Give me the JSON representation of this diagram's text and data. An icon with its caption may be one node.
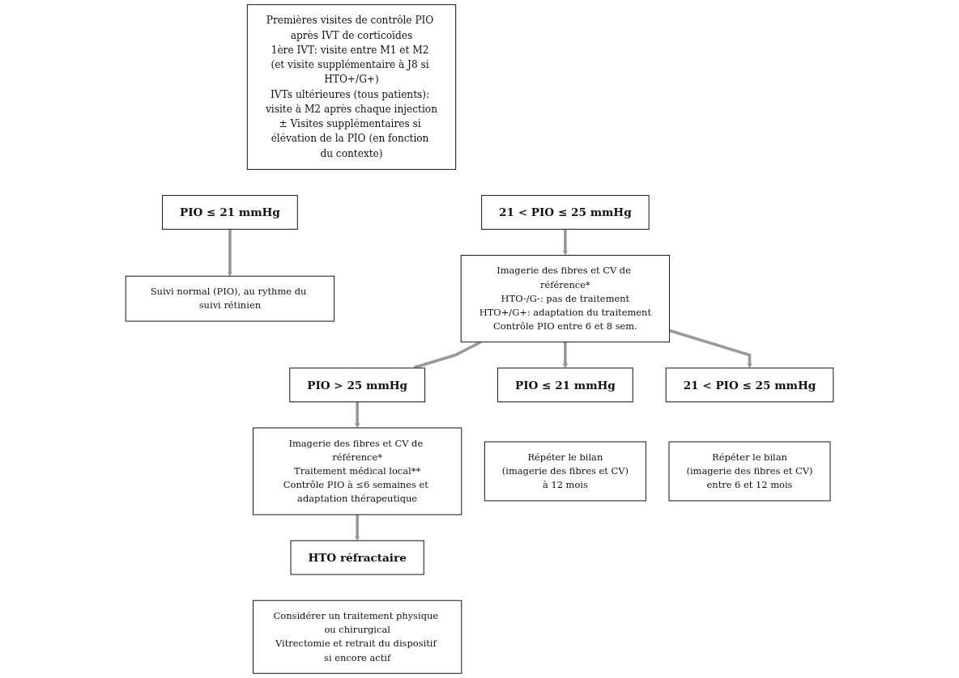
{
  "diagram": {
    "nodes": [
      {
        "text": [
          "Premières visites de contrôle PIO après IVT de corticoïdes",
          "1ère IVT: visite entre M1 et M2 (et visite supplémentaire à J8 si HTO+/G+)",
          "IVTs ultérieures (tous patients): visite à M2 après chaque injection",
          "± Visites supplémentaires si élévation de la PIO (en fonction du contexte)"
        ]
      },
      {
        "text": [
          "PIO ≤ 21 mmHg"
        ]
      },
      {
        "text": [
          "21 < PIO ≤ 25 mmHg"
        ]
      },
      {
        "text": [
          "PIO > 25 mmHg"
        ]
      },
      {
        "text": [
          "Suivi normal (PIO), au rythme du suivi rétinien"
        ]
      },
      {
        "text": [
          "Imagerie des fibres et CV de référence*",
          "HTO-/G-: pas de traitement",
          "HTO+/G+: adaptation du traitement",
          "Contrôle PIO entre 6 et 8 sem."
        ]
      },
      {
        "text": [
          "Imagerie des fibres et CV de référence*",
          "Traitement médical local**",
          "Contrôle PIO à ≤6 semaines et adaptation thérapeutique"
        ]
      },
      {
        "text": [
          "PIO ≤ 21 mmHg"
        ]
      },
      {
        "text": [
          "21 < PIO ≤ 25 mmHg"
        ]
      },
      {
        "text": [
          "HTO réfractaire"
        ]
      },
      {
        "text": [
          "Répéter le bilan",
          "(imagerie des fibres et CV)",
          "à 12 mois"
        ]
      },
      {
        "text": [
          "Répéter le bilan",
          "(imagerie des fibres et CV)",
          "entre 6 et 12 mois"
        ]
      },
      {
        "text": [
          "Considérer un traitement physique ou chirurgical",
          "Vitrectomie et retrait du dispositif si encore actif"
        ]
      }
    ],
    "edges": [
      {
        "from": 1,
        "to": 4,
        "arrow": "to"
      },
      {
        "from": 2,
        "to": 5,
        "arrow": "to"
      },
      {
        "from": 5,
        "to": 3,
        "arrow": "to"
      },
      {
        "from": 3,
        "to": 6,
        "arrow": "to"
      },
      {
        "from": 5,
        "to": 7,
        "arrow": "to"
      },
      {
        "from": 5,
        "to": 8,
        "arrow": "to"
      },
      {
        "from": 6,
        "to": 9,
        "arrow": "to"
      }
    ]
  }
}
